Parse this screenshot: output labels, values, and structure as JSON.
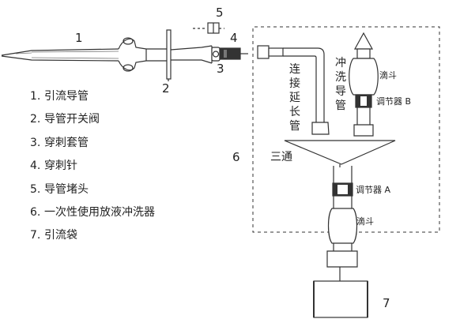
{
  "callouts": {
    "n1": "1",
    "n2": "2",
    "n3": "3",
    "n4": "4",
    "n5": "5",
    "n6": "6",
    "n7": "7"
  },
  "legend": [
    {
      "num": "1.",
      "label": "引流导管"
    },
    {
      "num": "2.",
      "label": "导管开关阀"
    },
    {
      "num": "3.",
      "label": "穿刺套管"
    },
    {
      "num": "4.",
      "label": "穿刺针"
    },
    {
      "num": "5.",
      "label": "导管堵头"
    },
    {
      "num": "6.",
      "label": "一次性使用放液冲洗器"
    },
    {
      "num": "7.",
      "label": "引流袋"
    }
  ],
  "labels": {
    "extension_tube": [
      "连",
      "接",
      "延",
      "长",
      "管"
    ],
    "flush_tube": [
      "冲",
      "洗",
      "导",
      "管"
    ],
    "drip_upper": "滴斗",
    "regulator_b": "调节器 B",
    "three_way": "三通",
    "regulator_a": "调节器 A",
    "drip_lower": "滴斗"
  }
}
